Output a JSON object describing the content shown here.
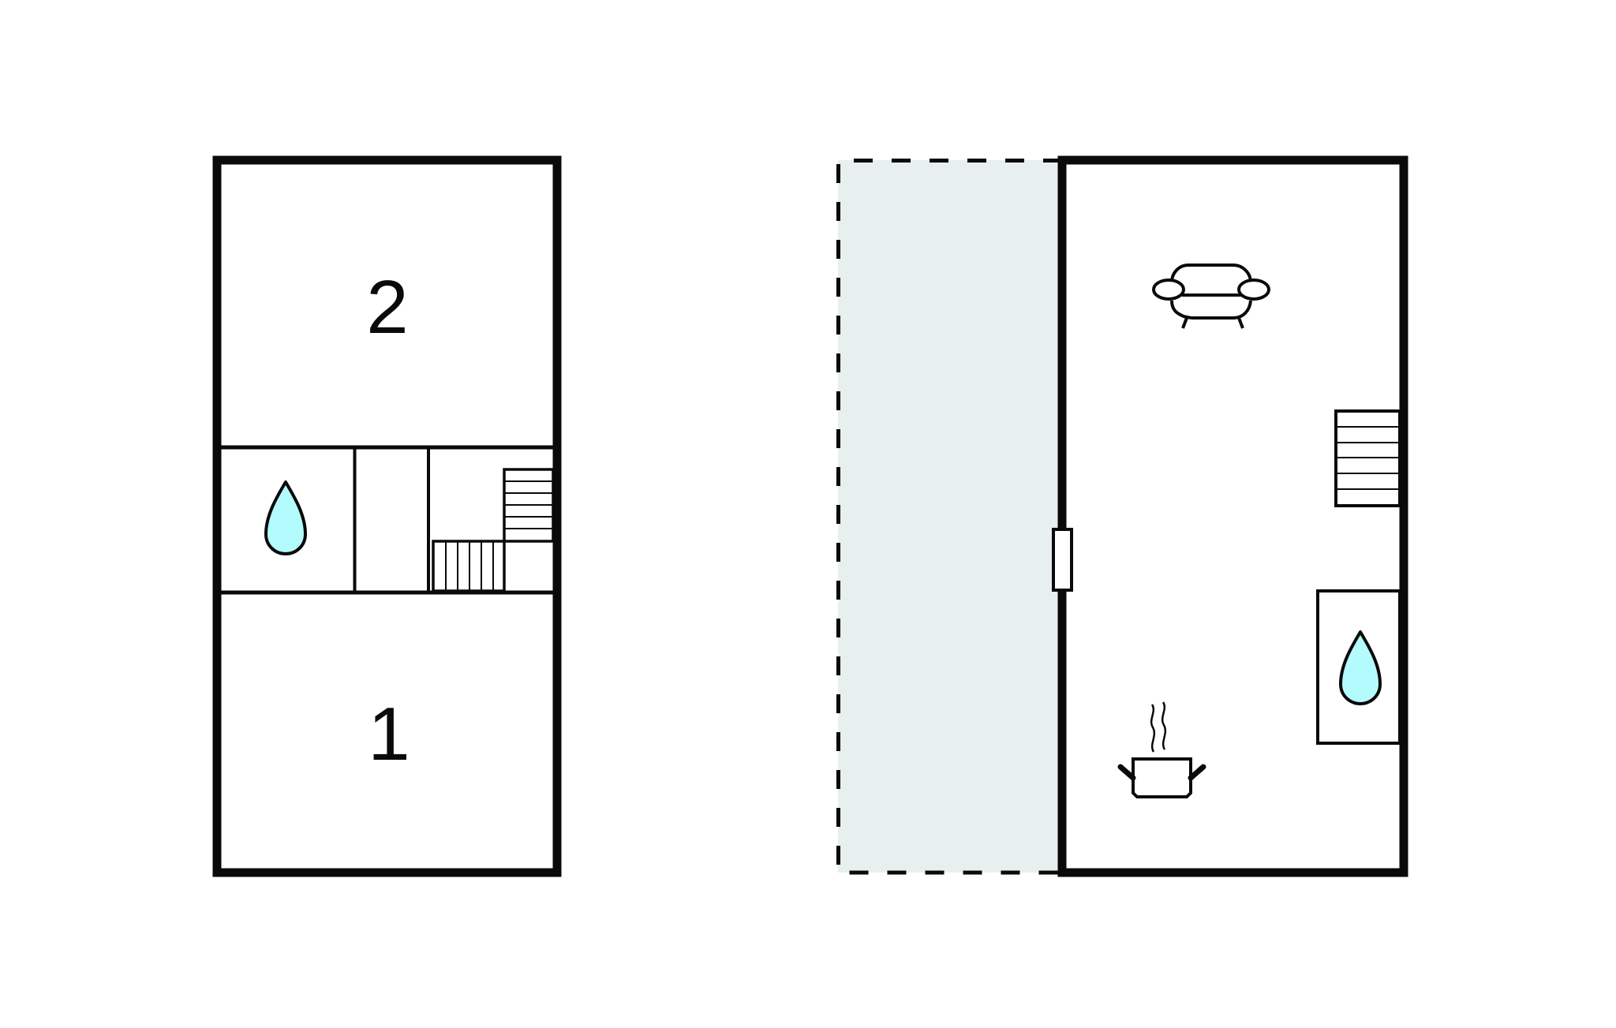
{
  "diagram": {
    "type": "floor_plan",
    "colors": {
      "wall": "#0a0a0a",
      "background": "#ffffff",
      "terrace_fill": "#e7efef",
      "water_fill": "#b3fbfd"
    },
    "plans": [
      {
        "id": "upper-floor",
        "rooms": [
          {
            "id": "bedroom-2",
            "label": "2"
          },
          {
            "id": "bathroom",
            "icon": "water-drop-icon"
          },
          {
            "id": "hallway"
          },
          {
            "id": "stair-landing",
            "icon": "staircase-icon"
          },
          {
            "id": "bedroom-1",
            "label": "1"
          }
        ]
      },
      {
        "id": "ground-floor",
        "areas": [
          {
            "id": "terrace",
            "style": "dashed-outline-shaded"
          },
          {
            "id": "living-room",
            "icon": "sofa-icon"
          },
          {
            "id": "staircase",
            "icon": "staircase-icon"
          },
          {
            "id": "bathroom",
            "icon": "water-drop-icon"
          },
          {
            "id": "kitchen",
            "icon": "cooking-pot-icon"
          },
          {
            "id": "entrance-door",
            "icon": "door-icon"
          }
        ]
      }
    ]
  },
  "labels": {
    "room_2": "2",
    "room_1": "1"
  }
}
